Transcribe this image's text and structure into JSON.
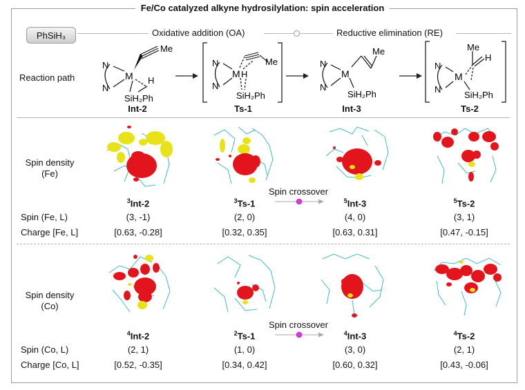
{
  "title": "Fe/Co catalyzed alkyne hydrosilylation: spin acceleration",
  "reagent": "PhSiH₃",
  "steps": {
    "oa": "Oxidative addition (OA)",
    "re": "Reductive elimination (RE)"
  },
  "reaction_path_label": "Reaction path",
  "structures": [
    {
      "name": "Int-2"
    },
    {
      "name": "Ts-1"
    },
    {
      "name": "Int-3"
    },
    {
      "name": "Ts-2"
    }
  ],
  "atoms": {
    "N": "N",
    "M": "M",
    "H": "H",
    "Me": "Me",
    "SiH2Ph": "SiH₂Ph"
  },
  "fe": {
    "spin_density_label": "Spin density",
    "metal_label": "(Fe)",
    "spin_label": "Spin (Fe, L)",
    "charge_label": "Charge [Fe, L]",
    "species": [
      {
        "mult": "3",
        "name": "Int-2",
        "spin": "(3, -1)",
        "charge": "[0.63, -0.28]"
      },
      {
        "mult": "3",
        "name": "Ts-1",
        "spin": "(2, 0)",
        "charge": "[0.32, 0.35]"
      },
      {
        "mult": "5",
        "name": "Int-3",
        "spin": "(4, 0)",
        "charge": "[0.63, 0.31]"
      },
      {
        "mult": "5",
        "name": "Ts-2",
        "spin": "(3, 1)",
        "charge": "[0.47, -0.15]"
      }
    ]
  },
  "co": {
    "spin_density_label": "Spin density",
    "metal_label": "(Co)",
    "spin_label": "Spin (Co, L)",
    "charge_label": "Charge [Co, L]",
    "species": [
      {
        "mult": "4",
        "name": "Int-2",
        "spin": "(2, 1)",
        "charge": "[0.52, -0.35]"
      },
      {
        "mult": "2",
        "name": "Ts-1",
        "spin": "(1, 0)",
        "charge": "[0.34, 0.42]"
      },
      {
        "mult": "4",
        "name": "Int-3",
        "spin": "(3, 0)",
        "charge": "[0.60, 0.32]"
      },
      {
        "mult": "4",
        "name": "Ts-2",
        "spin": "(2, 1)",
        "charge": "[0.43, -0.06]"
      }
    ]
  },
  "spin_crossover_label": "Spin crossover",
  "colors": {
    "alpha_spin": "#e2141c",
    "beta_spin": "#e8e21a",
    "ligand_bonds": "#45b8c2",
    "crossover_dot": "#d83cd8",
    "frame": "#9a9a9a"
  }
}
